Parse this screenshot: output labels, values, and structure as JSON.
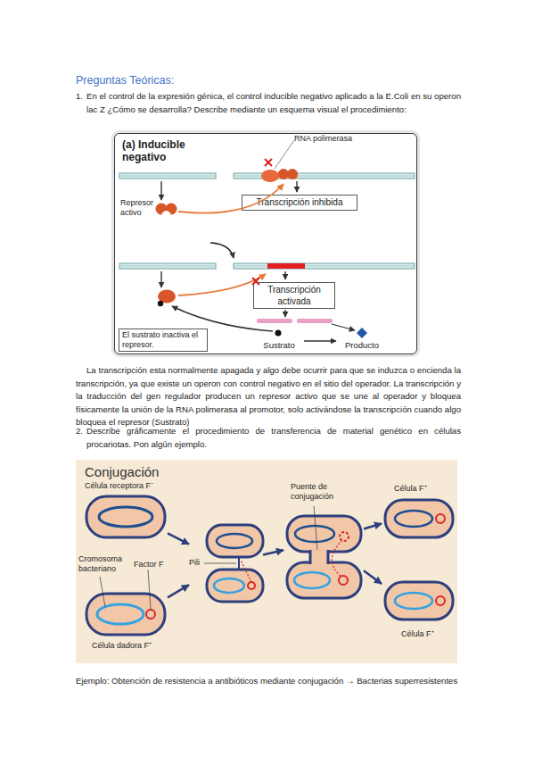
{
  "diagram": {
    "title": "Preguntas Teóricas:",
    "nodes": [
      {
        "text": [
          "(a) Inducible negativo"
        ]
      },
      {
        "text": [
          "Represor activo"
        ],
        "in": 0
      },
      {
        "text": [
          "Transcripción inhibida"
        ],
        "in": 0
      },
      {
        "text": [
          "Transcripción activada"
        ],
        "in": 0
      },
      {
        "text": [
          "El sustrato inactiva el represor."
        ],
        "in": 0
      },
      {
        "text": [
          "Sustrato"
        ],
        "in": 0
      },
      {
        "text": [
          "Producto"
        ],
        "in": 0
      },
      {
        "text": [
          "Conjugación"
        ]
      },
      {
        "text": [
          "Célula receptora F⁻"
        ],
        "in": 7
      },
      {
        "text": [
          "Célula dadora F⁺"
        ],
        "in": 7
      },
      {
        "text": [
          "Célula F⁺"
        ],
        "in": 7
      },
      {
        "text": [
          "Célula F⁺"
        ],
        "in": 7
      },
      {
        "text": [
          "Puente de conjugación"
        ],
        "in": 7
      },
      {
        "text": [
          "Pili"
        ],
        "in": 7
      }
    ],
    "edges": [
      {
        "from": 5,
        "to": 6,
        "arrow": "to"
      },
      {
        "from": 8,
        "to": 13,
        "arrow": "to"
      },
      {
        "from": 9,
        "to": 13,
        "arrow": "to"
      },
      {
        "from": 13,
        "to": 12,
        "arrow": "to"
      },
      {
        "from": 12,
        "to": 10,
        "arrow": "to"
      },
      {
        "from": 12,
        "to": 11,
        "arrow": "to"
      }
    ],
    "labels": [
      "1.",
      "En el control de la expresión génica, el control inducible negativo aplicado a la E.Coli en su operon lac Z ¿Cómo se desarrolla? Describe mediante un esquema visual el procedimiento:",
      "RNA polimerasa",
      "La transcripción esta normalmente apagada y algo debe ocurrir para que se induzca o encienda la transcripción, ya que existe un operon con control negativo en el sitio del operador. La transcripción y la traducción del gen regulador producen un represor activo que se une al operador y bloquea físicamente la unión de la RNA polimerasa al promotor, solo activándose la transcripción cuando algo bloquea el represor (Sustrato)",
      "2.",
      "Describe gráficamente el procedimiento de transferencia de material genético en células procariotas. Pon algún ejemplo.",
      "Cromosoma bacteriano",
      "Factor F",
      "Ejemplo: Obtención de resistencia a antibióticos mediante conjugación → Bacterias superresistentes"
    ]
  }
}
